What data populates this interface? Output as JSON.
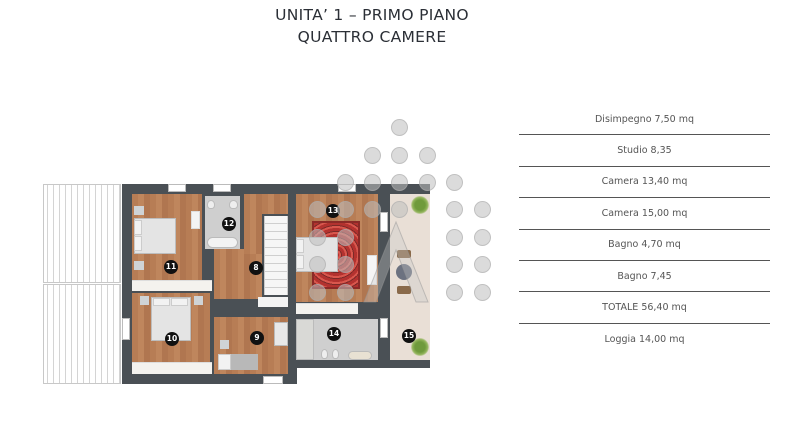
{
  "header": {
    "title_line1": "UNITA’ 1 – PRIMO PIANO",
    "title_line2": "QUATTRO CAMERE"
  },
  "floor_plan": {
    "rooms": [
      {
        "number": "8",
        "type": "Disimpegno"
      },
      {
        "number": "9",
        "type": "Studio"
      },
      {
        "number": "10",
        "type": "Camera"
      },
      {
        "number": "11",
        "type": "Camera"
      },
      {
        "number": "12",
        "type": "Bagno"
      },
      {
        "number": "13",
        "type": "Camera"
      },
      {
        "number": "14",
        "type": "Bagno"
      },
      {
        "number": "15",
        "type": "Loggia"
      }
    ],
    "colors": {
      "wall": "#4a5055",
      "wood_floor": "#b77d55",
      "tile_floor": "#cfcfcf",
      "loggia_floor": "#e9dfd6",
      "badge": "#111111"
    }
  },
  "area_table": {
    "rows": [
      {
        "label": "Disimpegno 7,50 mq"
      },
      {
        "label": "Studio 8,35"
      },
      {
        "label": "Camera 13,40 mq"
      },
      {
        "label": "Camera 15,00 mq"
      },
      {
        "label": "Bagno 4,70 mq"
      },
      {
        "label": "Bagno 7,45"
      },
      {
        "label": "TOTALE 56,40 mq"
      },
      {
        "label": "Loggia 14,00 mq"
      }
    ]
  }
}
